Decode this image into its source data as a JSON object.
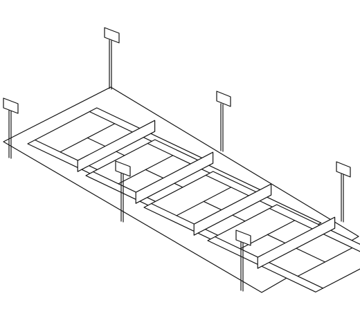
{
  "diagram": {
    "subject": "tennis-court-complex-with-floodlights",
    "court_count": 4,
    "light_pole_count": 6,
    "colors": {
      "line": "#111111",
      "background": "#ffffff"
    }
  }
}
